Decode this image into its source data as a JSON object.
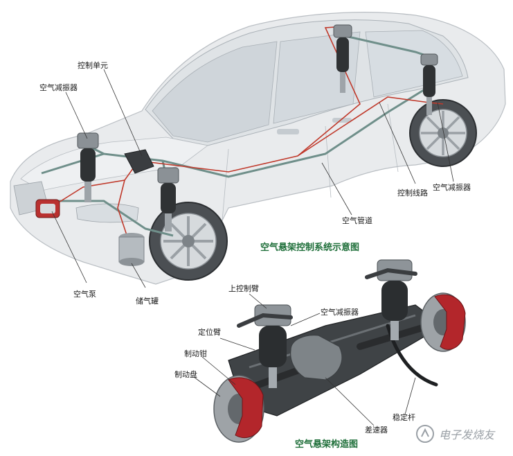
{
  "captions": {
    "top": "空气悬架控制系统示意图",
    "bottom": "空气悬架构造图"
  },
  "labels": {
    "control_unit": "控制单元",
    "front_air_strut": "空气减振器",
    "control_wiring": "控制线路",
    "rear_air_strut": "空气减振器",
    "air_pipe": "空气管道",
    "air_pump": "空气泵",
    "air_tank": "储气罐",
    "upper_arm": "上控制臂",
    "assembly_air_strut": "空气减振器",
    "locating_arm": "定位臂",
    "brake_caliper": "制动钳",
    "brake_disc": "制动盘",
    "stabilizer_bar": "稳定杆",
    "differential": "差速器"
  },
  "watermark": {
    "text": "电子发烧友"
  },
  "colors": {
    "car_body": "#e4e6e8",
    "pipe": "#6f8f8a",
    "wiring": "#c0392b",
    "caliper": "#b3262b",
    "caption": "#1f6f3a"
  }
}
